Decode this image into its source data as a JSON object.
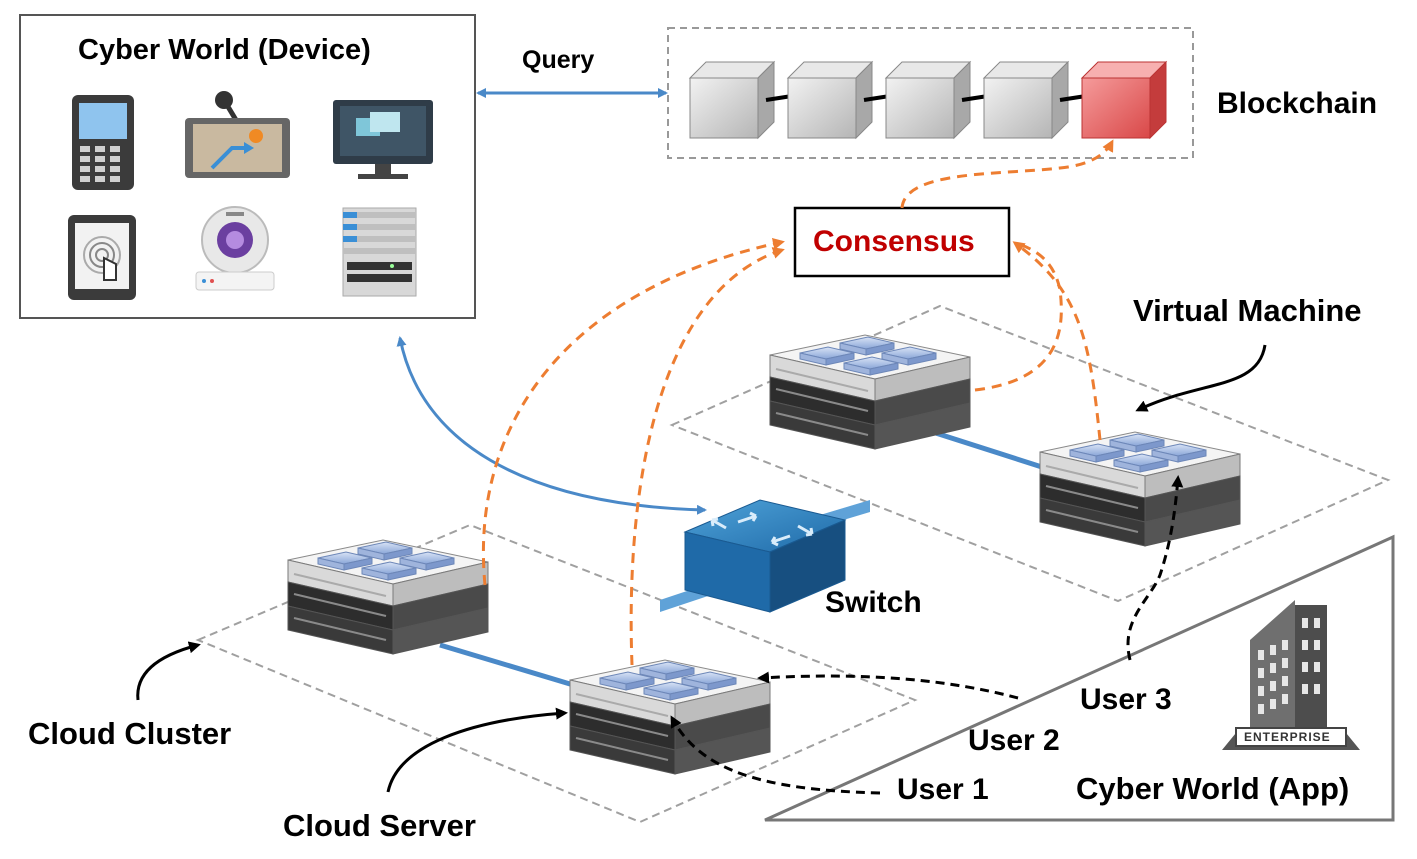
{
  "device_panel": {
    "title": "Cyber World (Device)",
    "icons": [
      "mobile-phone-icon",
      "gps-navigator-icon",
      "desktop-monitor-icon",
      "touch-tablet-icon",
      "webcam-icon",
      "server-tower-icon"
    ]
  },
  "query_label": "Query",
  "blockchain": {
    "label": "Blockchain",
    "block_count": 5,
    "latest_block_color": "#e85a5a",
    "block_color": "#cfcfcf"
  },
  "consensus_label": "Consensus",
  "virtual_machine_label": "Virtual Machine",
  "switch_label": "Switch",
  "cloud_cluster_label": "Cloud Cluster",
  "cloud_server_label": "Cloud Server",
  "users": {
    "user1": "User 1",
    "user2": "User 2",
    "user3": "User 3"
  },
  "app_panel": {
    "title": "Cyber World (App)",
    "building_sign": "ENTERPRISE"
  },
  "colors": {
    "consensus_text": "#c00000",
    "dashed_arrow": "#ed7d31",
    "solid_link": "#4a89c8",
    "user_arrow": "#000000"
  }
}
